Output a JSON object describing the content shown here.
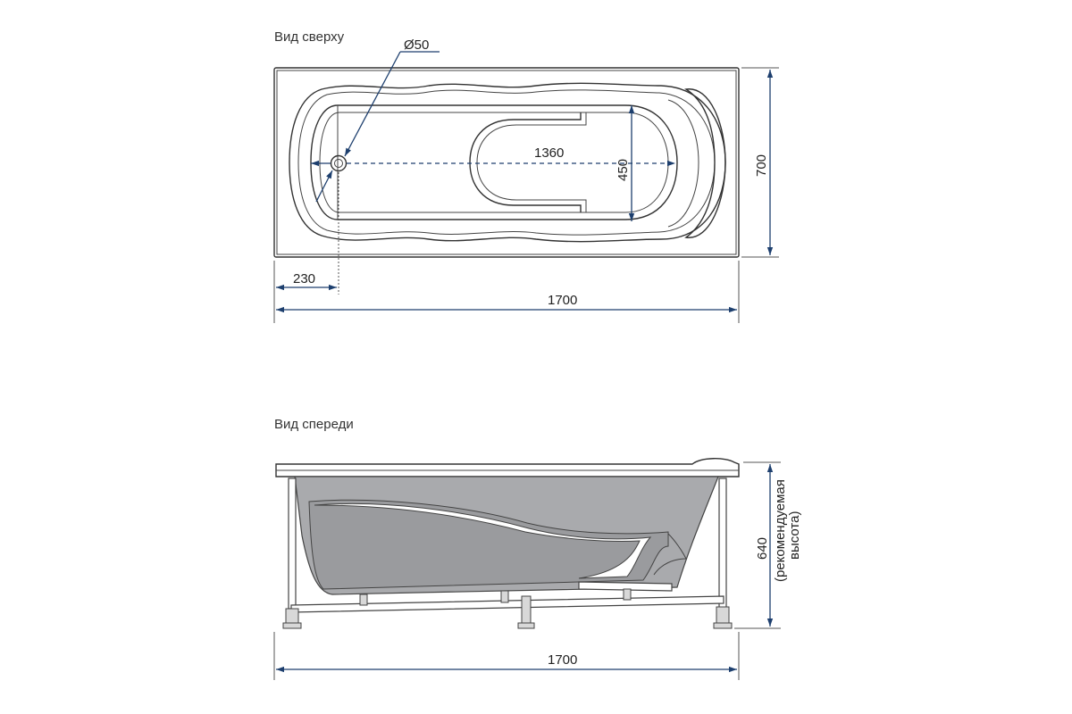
{
  "views": {
    "top": {
      "title": "Вид сверху",
      "dimensions": {
        "drain_diameter": "50",
        "drain_symbol": "Ø",
        "inner_length": "1360",
        "inner_width": "450",
        "outer_width": "700",
        "drain_offset": "230",
        "outer_length": "1700"
      }
    },
    "front": {
      "title": "Вид спереди",
      "dimensions": {
        "height": "640",
        "height_note_line1": "(рекомендуемая",
        "height_note_line2": "высота)",
        "length": "1700"
      }
    }
  },
  "colors": {
    "dimension_line": "#1d3f6e",
    "outline": "#333333",
    "body_fill": "#a9aaad"
  }
}
